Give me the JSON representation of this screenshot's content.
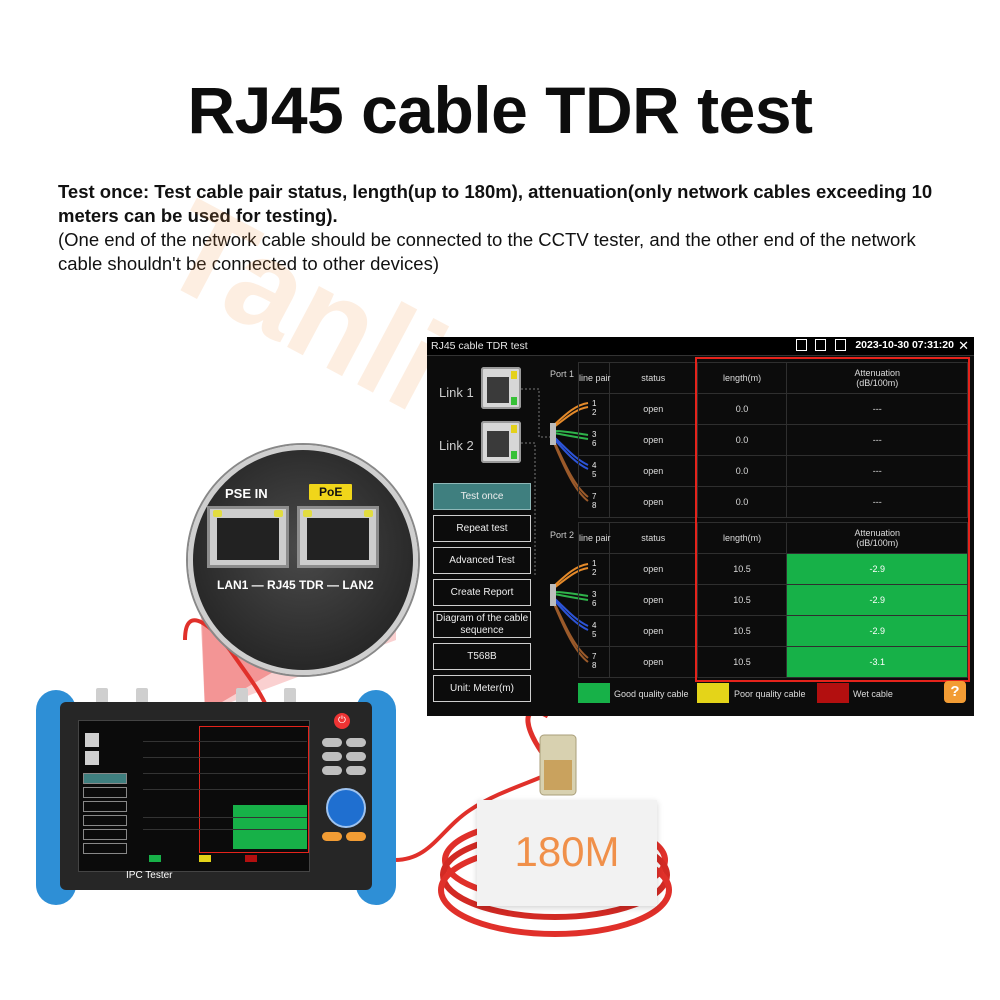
{
  "headline": "RJ45 cable TDR test",
  "description": {
    "bold": "Test once: Test cable pair status, length(up to 180m), attenuation(only network cables exceeding 10 meters can be used for testing).",
    "normal": "(One end of the network cable should be connected to the CCTV tester, and the other end of the network cable shouldn't be connected to other devices)"
  },
  "watermark": "Tanlitech",
  "screen": {
    "title": "RJ45 cable TDR test",
    "datetime": "2023-10-30 07:31:20",
    "close_glyph": "✕",
    "links": [
      "Link 1",
      "Link 2"
    ],
    "buttons": [
      {
        "label": "Test once",
        "active": true
      },
      {
        "label": "Repeat test",
        "active": false
      },
      {
        "label": "Advanced Test",
        "active": false
      },
      {
        "label": "Create Report",
        "active": false
      },
      {
        "label": "Diagram of the cable sequence",
        "active": false
      },
      {
        "label": "T568B",
        "active": false
      },
      {
        "label": "Unit: Meter(m)",
        "active": false
      }
    ],
    "columns": {
      "line_pair": "line pair",
      "status": "status",
      "length": "length(m)",
      "attenuation": "Attenuation",
      "attenuation_unit": "(dB/100m)"
    },
    "ports": [
      {
        "label": "Port 1",
        "rows": [
          {
            "pair": [
              "1",
              "2"
            ],
            "status": "open",
            "length": "0.0",
            "attenuation": "---",
            "quality": "none"
          },
          {
            "pair": [
              "3",
              "6"
            ],
            "status": "open",
            "length": "0.0",
            "attenuation": "---",
            "quality": "none"
          },
          {
            "pair": [
              "4",
              "5"
            ],
            "status": "open",
            "length": "0.0",
            "attenuation": "---",
            "quality": "none"
          },
          {
            "pair": [
              "7",
              "8"
            ],
            "status": "open",
            "length": "0.0",
            "attenuation": "---",
            "quality": "none"
          }
        ]
      },
      {
        "label": "Port 2",
        "rows": [
          {
            "pair": [
              "1",
              "2"
            ],
            "status": "open",
            "length": "10.5",
            "attenuation": "-2.9",
            "quality": "good"
          },
          {
            "pair": [
              "3",
              "6"
            ],
            "status": "open",
            "length": "10.5",
            "attenuation": "-2.9",
            "quality": "good"
          },
          {
            "pair": [
              "4",
              "5"
            ],
            "status": "open",
            "length": "10.5",
            "attenuation": "-2.9",
            "quality": "good"
          },
          {
            "pair": [
              "7",
              "8"
            ],
            "status": "open",
            "length": "10.5",
            "attenuation": "-3.1",
            "quality": "good"
          }
        ]
      }
    ],
    "legend": [
      {
        "label": "Good quality cable",
        "color": "#17b148"
      },
      {
        "label": "Poor quality cable",
        "color": "#e4d419"
      },
      {
        "label": "Wet cable",
        "color": "#b30f0f"
      }
    ],
    "help_glyph": "?"
  },
  "port_zoom": {
    "pse_label": "PSE IN",
    "poe_label": "PoE",
    "lan_label": "LAN1 — RJ45 TDR — LAN2"
  },
  "device": {
    "brand": "IPC Tester"
  },
  "cable_length": "180M",
  "colors": {
    "accent_red": "#e5231b",
    "good": "#17b148",
    "active_button": "#3f7f7f",
    "bumper": "#2e8fd6",
    "tag_text": "#f0904a"
  }
}
